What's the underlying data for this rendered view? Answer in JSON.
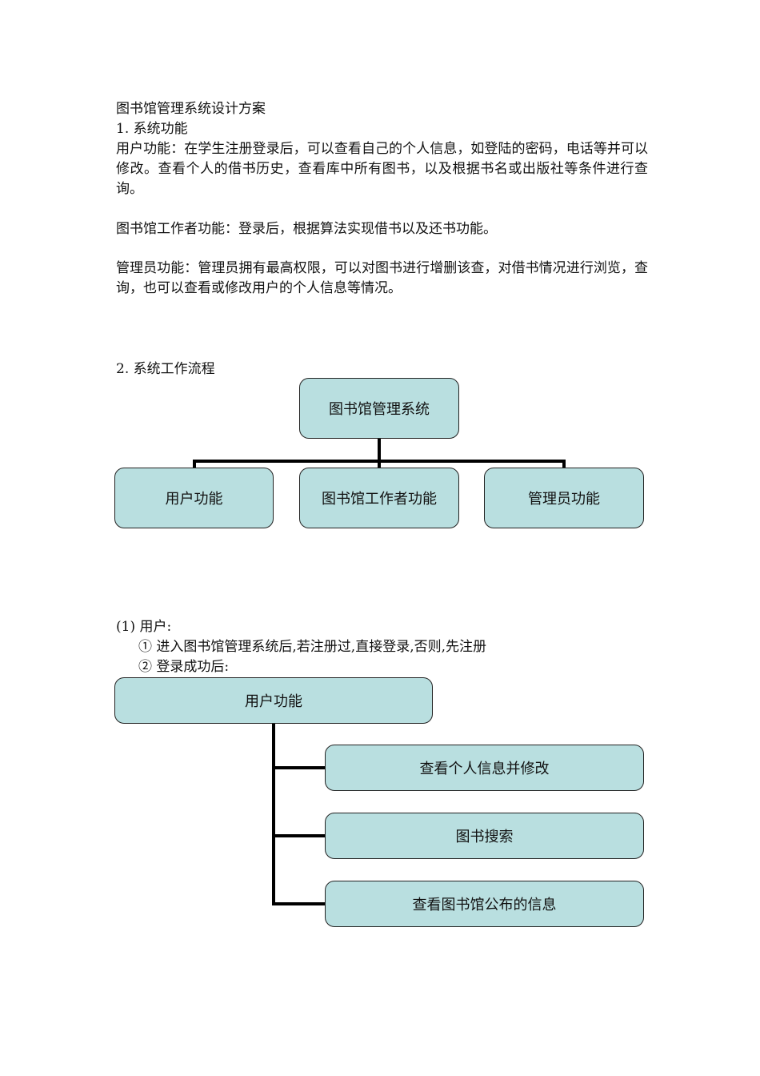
{
  "document": {
    "title": "图书馆管理系统设计方案",
    "section1_heading": "1. 系统功能",
    "user_function_text": "用户功能：在学生注册登录后，可以查看自己的个人信息，如登陆的密码，电话等并可以修改。查看个人的借书历史，查看库中所有图书，以及根据书名或出版社等条件进行查询。",
    "librarian_function_text": "图书馆工作者功能：登录后，根据算法实现借书以及还书功能。",
    "admin_function_text": "管理员功能：管理员拥有最高权限，可以对图书进行增删该查，对借书情况进行浏览，查询，也可以查看或修改用户的个人信息等情况。",
    "section2_heading": "2. 系统工作流程",
    "subsection_user_heading": "(1) 用户:",
    "step1": "① 进入图书馆管理系统后,若注册过,直接登录,否则,先注册",
    "step2": "② 登录成功后:"
  },
  "diagram1": {
    "root": "图书馆管理系统",
    "children": [
      "用户功能",
      "图书馆工作者功能",
      "管理员功能"
    ]
  },
  "diagram2": {
    "root": "用户功能",
    "children": [
      "查看个人信息并修改",
      "图书搜索",
      "查看图书馆公布的信息"
    ]
  },
  "colors": {
    "box_fill": "#b9dfe0",
    "box_border": "#222222",
    "connector": "#000000"
  }
}
